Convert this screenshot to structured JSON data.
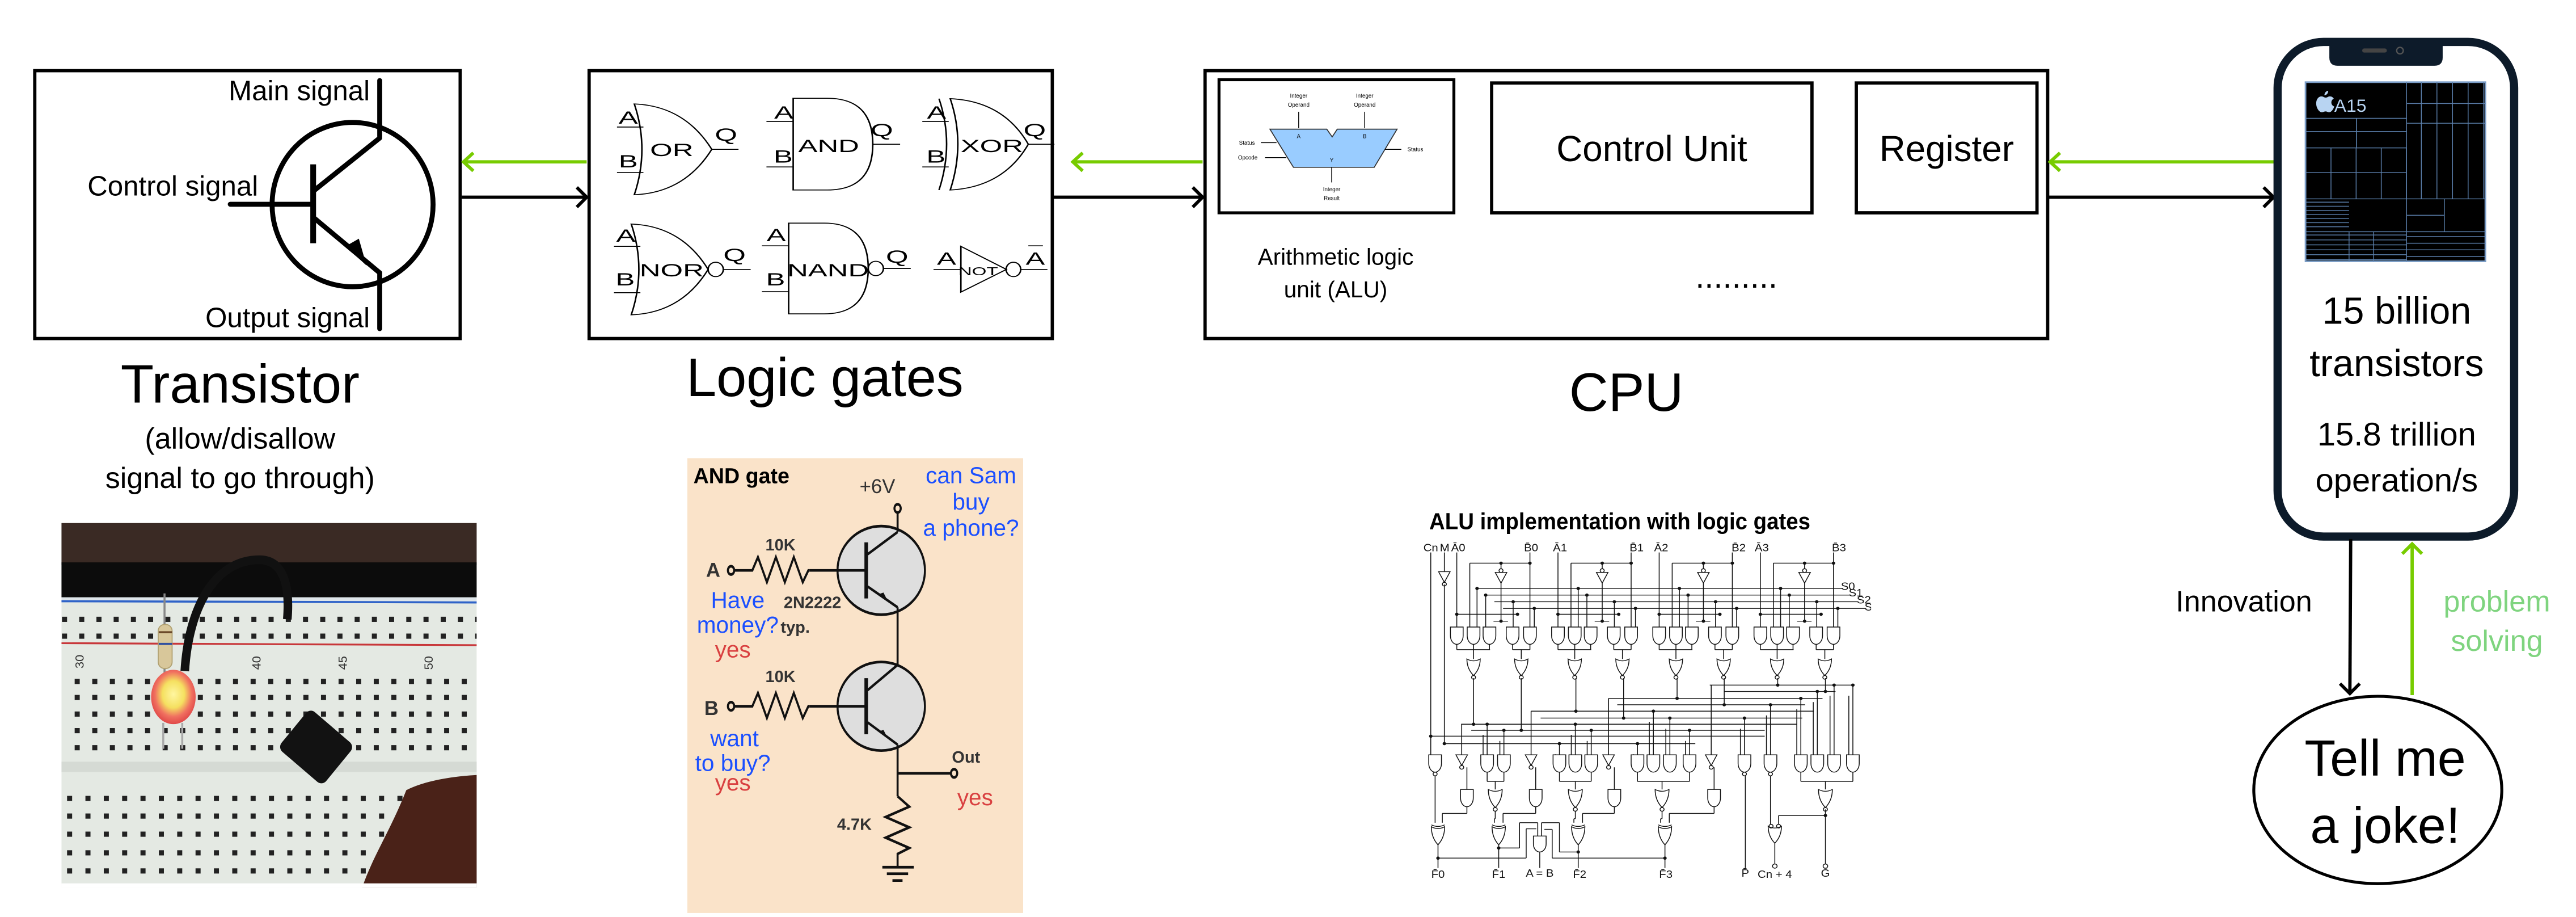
{
  "transistor": {
    "main_signal": "Main signal",
    "control_signal": "Control signal",
    "output_signal": "Output signal",
    "title": "Transistor",
    "subtitle_line1": "(allow/disallow",
    "subtitle_line2": "signal to go through)"
  },
  "photo": {
    "breadboard_numbers": [
      "30",
      "40",
      "45",
      "50"
    ]
  },
  "logic_gates": {
    "title": "Logic gates",
    "gates": [
      {
        "name": "OR",
        "inputs": [
          "A",
          "B"
        ],
        "output": "Q"
      },
      {
        "name": "AND",
        "inputs": [
          "A",
          "B"
        ],
        "output": "Q"
      },
      {
        "name": "XOR",
        "inputs": [
          "A",
          "B"
        ],
        "output": "Q"
      },
      {
        "name": "NOR",
        "inputs": [
          "A",
          "B"
        ],
        "output": "Q"
      },
      {
        "name": "NAND",
        "inputs": [
          "A",
          "B"
        ],
        "output": "Q"
      },
      {
        "name": "NOT",
        "inputs": [
          "A"
        ],
        "output": "Ā"
      }
    ]
  },
  "and_gate_panel": {
    "title": "AND gate",
    "supply": "+6V",
    "question": [
      "can Sam",
      "buy",
      "a phone?"
    ],
    "resistor_a": "10K",
    "resistor_b": "10K",
    "resistor_out": "4.7K",
    "input_a": "A",
    "input_b": "B",
    "transistor_model": "2N2222",
    "transistor_note": "typ.",
    "question_a": [
      "Have",
      "money?"
    ],
    "answer_a": "yes",
    "question_b": [
      "want",
      "to buy?"
    ],
    "answer_b": "yes",
    "output_label": "Out",
    "answer_out": "yes"
  },
  "cpu": {
    "title": "CPU",
    "alu_label_line1": "Arithmetic logic",
    "alu_label_line2": "unit (ALU)",
    "alu_icon": {
      "operand_a": [
        "Integer",
        "Operand"
      ],
      "operand_b": [
        "Integer",
        "Operand"
      ],
      "input_a": "A",
      "input_b": "B",
      "output_y": "Y",
      "status_in": "Status",
      "opcode": "Opcode",
      "status_out": "Status",
      "result": [
        "Integer",
        "Result"
      ]
    },
    "control_unit": "Control Unit",
    "register": "Register",
    "more": "........."
  },
  "alu_implementation": {
    "title": "ALU  implementation with logic gates",
    "top_labels": [
      "Cn",
      "M",
      "Ā0",
      "B̄0",
      "Ā1",
      "B̄1",
      "Ā2",
      "B̄2",
      "Ā3",
      "B̄3"
    ],
    "select_labels": [
      "S0",
      "S1",
      "S2",
      "S3"
    ],
    "bottom_labels": [
      "F̄0",
      "F̄1",
      "A = B",
      "F̄2",
      "F̄3",
      "P̄",
      "Cn + 4",
      "Ḡ"
    ]
  },
  "phone": {
    "chip_label": "A15",
    "line1": "15 billion",
    "line2": "transistors",
    "line3": "15.8 trillion",
    "line4": "operation/s"
  },
  "loop": {
    "innovation": "Innovation",
    "problem_solving": [
      "problem",
      "solving"
    ],
    "request": [
      "Tell me",
      "a joke!"
    ]
  },
  "colors": {
    "feedback_arrow": "#77cc00",
    "problem_solving_text": "#7fd47f",
    "question_text": "#1a4fff",
    "answer_text": "#d94040",
    "and_panel_bg": "#fae3c9",
    "alu_fill": "#99ccff",
    "phone_frame": "#0d1b2a"
  }
}
